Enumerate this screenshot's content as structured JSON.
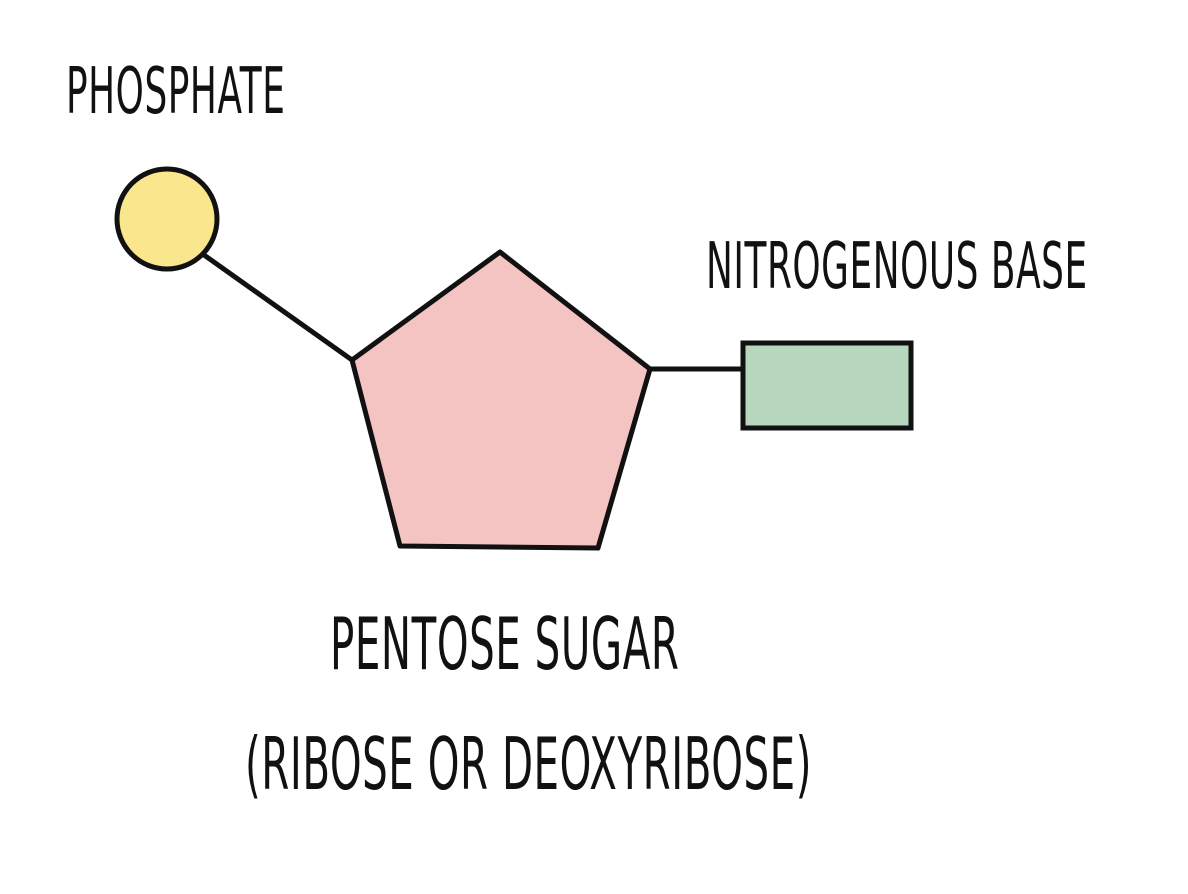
{
  "labels": {
    "phosphate": "PHOSPHATE",
    "nitrogenous_base": "NITROGENOUS BASE",
    "pentose_sugar": "PENTOSE SUGAR",
    "pentose_sugar_detail": "(RIBOSE OR DEOXYRIBOSE)"
  },
  "colors": {
    "phosphate_fill": "#fae68c",
    "sugar_fill": "#f4c4c3",
    "base_fill": "#b6d6bd",
    "stroke": "#111111",
    "background": "#ffffff"
  }
}
